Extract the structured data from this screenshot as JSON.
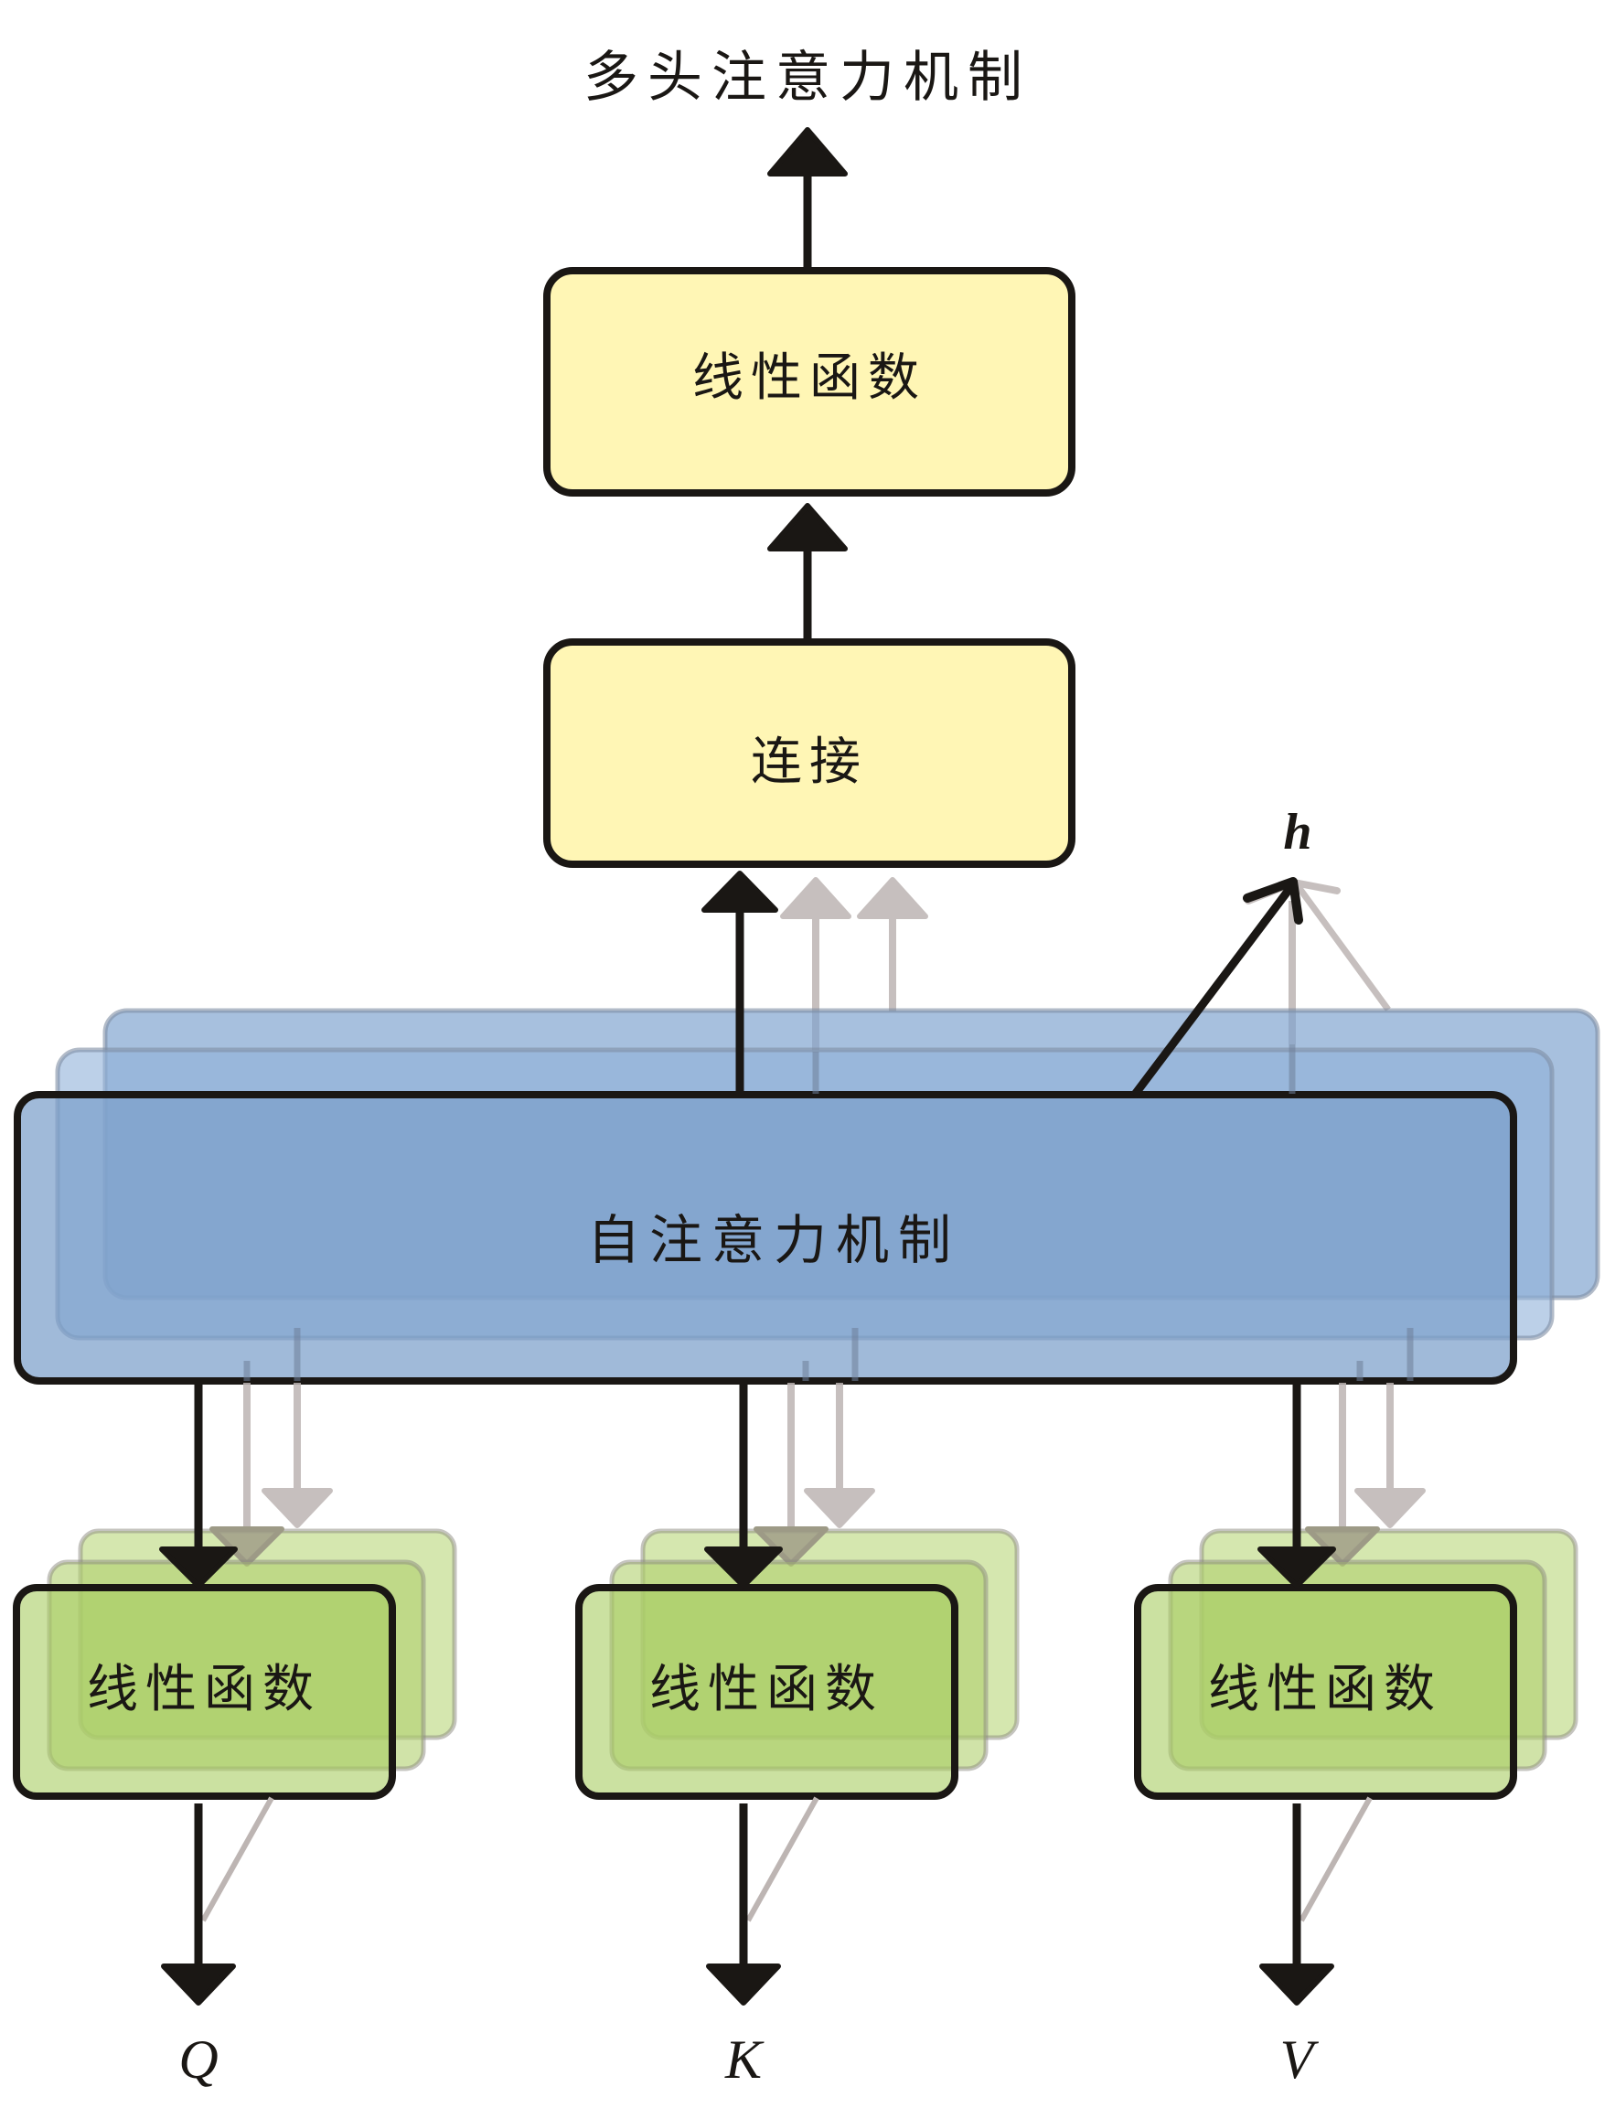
{
  "title": "多头注意力机制",
  "colors": {
    "yellow_box": "#fff6b5",
    "blue_front": "#7b9fcb",
    "blue_layer": "#9db7dc",
    "green_front": "#adcf6a",
    "green_layer": "#c9e09a",
    "stroke_dark": "#1a1714",
    "arrow_gray": "#bdb5b3"
  },
  "nodes": {
    "output_linear": {
      "label": "线性函数"
    },
    "concat": {
      "label": "连接"
    },
    "self_attention": {
      "label": "自注意力机制"
    },
    "heads_label": "h",
    "input_linears": [
      {
        "label": "线性函数",
        "input": "Q"
      },
      {
        "label": "线性函数",
        "input": "K"
      },
      {
        "label": "线性函数",
        "input": "V"
      }
    ]
  },
  "edges": [
    {
      "from": "output_linear",
      "to": "title"
    },
    {
      "from": "concat",
      "to": "output_linear"
    },
    {
      "from": "self_attention",
      "to": "concat",
      "parallel_heads": true
    },
    {
      "from": "self_attention",
      "to": "heads_label"
    },
    {
      "from": "input_linears.0",
      "to": "self_attention"
    },
    {
      "from": "input_linears.1",
      "to": "self_attention"
    },
    {
      "from": "input_linears.2",
      "to": "self_attention"
    },
    {
      "from": "Q",
      "to": "input_linears.0"
    },
    {
      "from": "K",
      "to": "input_linears.1"
    },
    {
      "from": "V",
      "to": "input_linears.2"
    }
  ]
}
